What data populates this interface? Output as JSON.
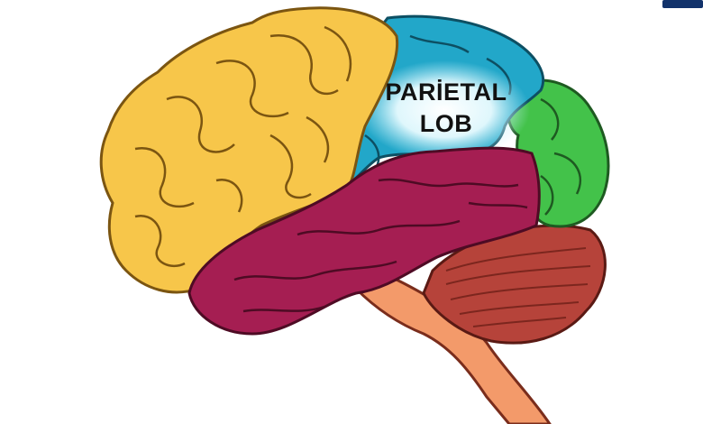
{
  "diagram": {
    "label_lines": [
      "PARİETAL",
      "LOB"
    ],
    "regions": [
      {
        "name": "frontal-lobe",
        "color": "#f7c64a"
      },
      {
        "name": "parietal-lobe",
        "color": "#22a7c9"
      },
      {
        "name": "occipital-lobe",
        "color": "#43c24a"
      },
      {
        "name": "temporal-lobe",
        "color": "#a51e52"
      },
      {
        "name": "cerebellum",
        "color": "#b6433a"
      },
      {
        "name": "brain-stem",
        "color": "#f39a6a"
      }
    ],
    "corner_mark_color": "#12326b"
  }
}
